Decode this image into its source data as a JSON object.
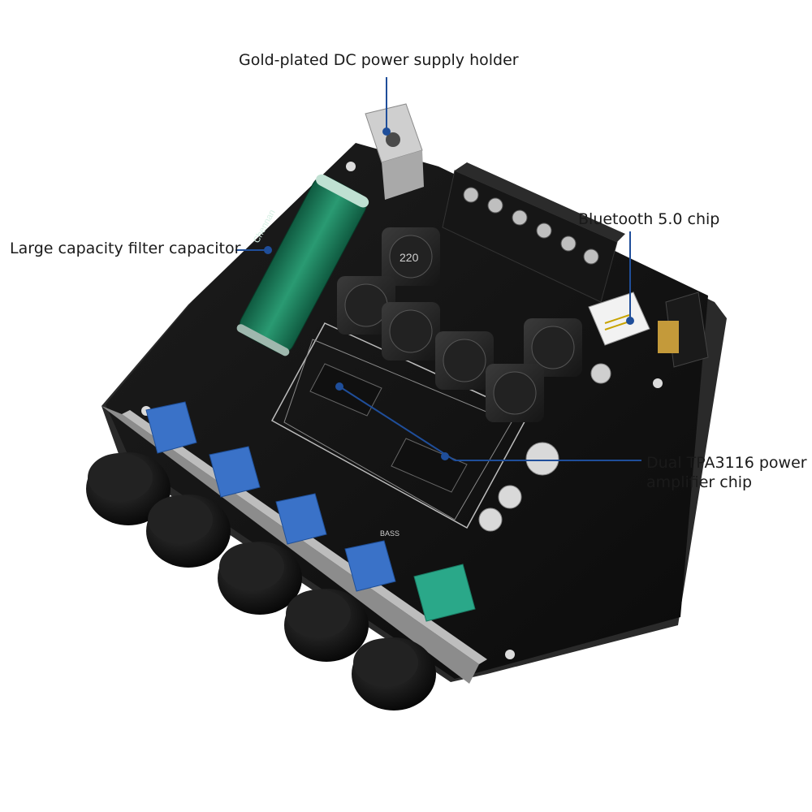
{
  "callouts": {
    "dc_holder": "Gold-plated DC power supply holder",
    "filter_capacitor": "Large capacity filter capacitor",
    "bluetooth_chip": "Bluetooth 5.0 chip",
    "amp_chip_line1": "Dual TPA3116 power",
    "amp_chip_line2": "amplifier chip"
  },
  "board_markings": {
    "inductor": "220",
    "capacitor_brand": "Chennan",
    "bass_label": "BASS"
  },
  "colors": {
    "background": "#ffffff",
    "pcb": "#121212",
    "pcb_edge": "#2a2a2a",
    "callout_line": "#1f4e9a",
    "capacitor": "#1f7a5a",
    "pot_blue": "#3a72c8",
    "pot_green": "#2aa889",
    "knob": "#0d0d0d"
  }
}
